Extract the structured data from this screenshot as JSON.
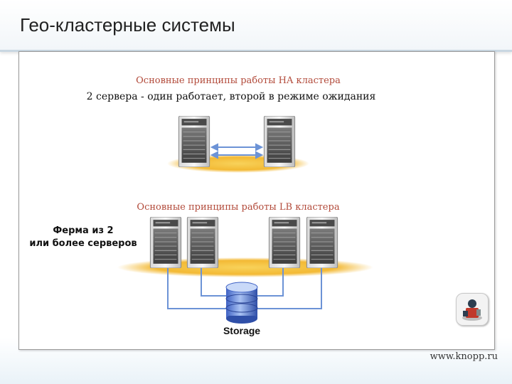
{
  "slide": {
    "title": "Гео-кластерные системы",
    "footer_url": "www.knopp.ru"
  },
  "ha_section": {
    "title": "Основные принципы работы HA кластера",
    "subtitle": "2 сервера - один работает, второй в режиме ожидания",
    "server_count": 2
  },
  "lb_section": {
    "title": "Основные принципы работы LB кластера",
    "farm_label_line1": "Ферма из 2",
    "farm_label_line2": "или более серверов",
    "server_count": 4
  },
  "storage": {
    "label": "Storage"
  },
  "colors": {
    "section_title": "#b24a3a",
    "platform": "#f3b934",
    "connector": "#6c93d6"
  },
  "icons": {
    "server": "server-tower-icon",
    "storage": "database-cylinder-icon",
    "logo": "knopp-logo-icon"
  }
}
